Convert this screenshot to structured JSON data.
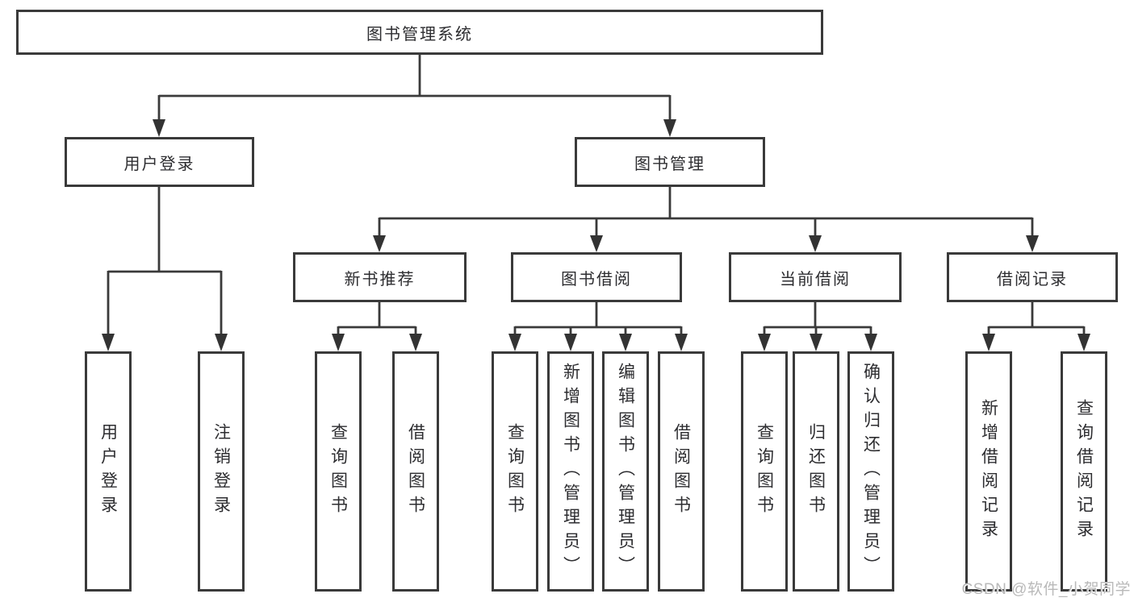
{
  "diagram": {
    "title": "图书管理系统",
    "nodes": {
      "root": "图书管理系统",
      "user_login": "用户登录",
      "book_mgmt": "图书管理",
      "new_book": "新书推荐",
      "book_borrow": "图书借阅",
      "current_borrow": "当前借阅",
      "borrow_record": "借阅记录",
      "leaves": {
        "user_login": [
          "用户登录",
          "注销登录"
        ],
        "new_book": [
          "查询图书",
          "借阅图书"
        ],
        "book_borrow": [
          "查询图书",
          "新增图书（管理员）",
          "编辑图书（管理员）",
          "借阅图书"
        ],
        "current_borrow": [
          "查询图书",
          "归还图书",
          "确认归还（管理员）"
        ],
        "borrow_record": [
          "新增借阅记录",
          "查询借阅记录"
        ]
      }
    },
    "colors": {
      "line": "#3a3a3a",
      "arrow": "#333333",
      "text": "#2d2d30",
      "background": "#ffffff",
      "watermark": "#b9b9b9"
    }
  },
  "watermark": "CSDN @软件_小贺同学"
}
